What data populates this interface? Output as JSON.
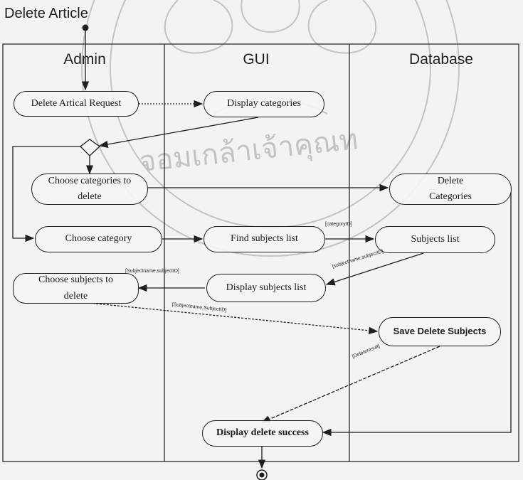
{
  "title": "Delete Article",
  "lanes": [
    "Admin",
    "GUI",
    "Database"
  ],
  "nodes": {
    "delete_request": "Delete Artical Request",
    "display_categories": "Display categories",
    "choose_categories_line1": "Choose categories to",
    "choose_categories_line2": "delete",
    "delete_categories_line1": "Delete",
    "delete_categories_line2": "Categories",
    "choose_category": "Choose category",
    "find_subjects": "Find subjects list",
    "subjects_list": "Subjects list",
    "choose_subjects_line1": "Choose subjects to",
    "choose_subjects_line2": "delete",
    "display_subjects": "Display subjects list",
    "save_delete": "Save Delete Subjects",
    "display_success": "Display delete success"
  },
  "flow_labels": {
    "category_id": "[categoryID]",
    "subjectname_return": "[subjectname,subjectID]",
    "subjectname_display": "[Subjectname,subjectID]",
    "subjectname_save": "[Subjectname,SubjectID]",
    "delete_result": "[Deleteresult]"
  },
  "watermark": {
    "thai_text": "จอมเกล้าเจ้าคุณท",
    "icon": "university-seal-icon"
  },
  "colors": {
    "line": "#1e1e1e",
    "watermark": "#9c9c9c"
  }
}
